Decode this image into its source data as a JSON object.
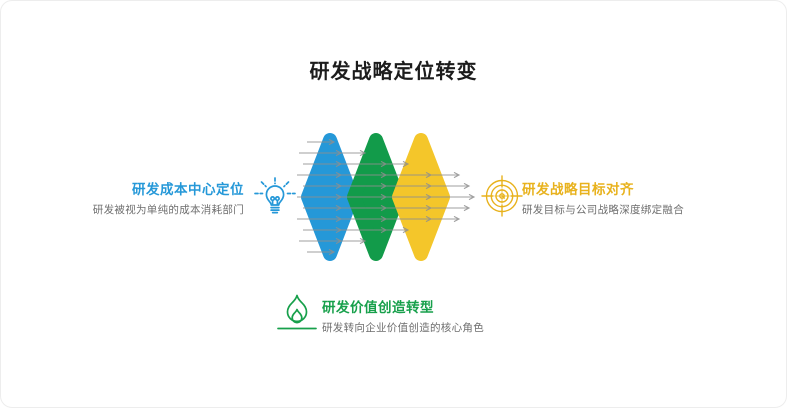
{
  "page": {
    "title": "研发战略定位转变"
  },
  "features": {
    "left": {
      "title": "研发成本中心定位",
      "subtitle": "研发被视为单纯的成本消耗部门",
      "icon": "lightbulb-icon",
      "accent": "#2598d8"
    },
    "right": {
      "title": "研发战略目标对齐",
      "subtitle": "研发目标与公司战略深度绑定融合",
      "icon": "target-icon",
      "accent": "#e8b21d"
    },
    "bottom": {
      "title": "研发价值创造转型",
      "subtitle": "研发转向企业价值创造的核心角色",
      "icon": "flame-icon",
      "accent": "#17a04b"
    }
  },
  "diagram": {
    "description": "three overlapping diamonds with arrows flowing left to right",
    "diamond_colors": [
      "#2598d8",
      "#129b4a",
      "#f4c62a"
    ],
    "arrow_color": "#8f8f8f"
  }
}
